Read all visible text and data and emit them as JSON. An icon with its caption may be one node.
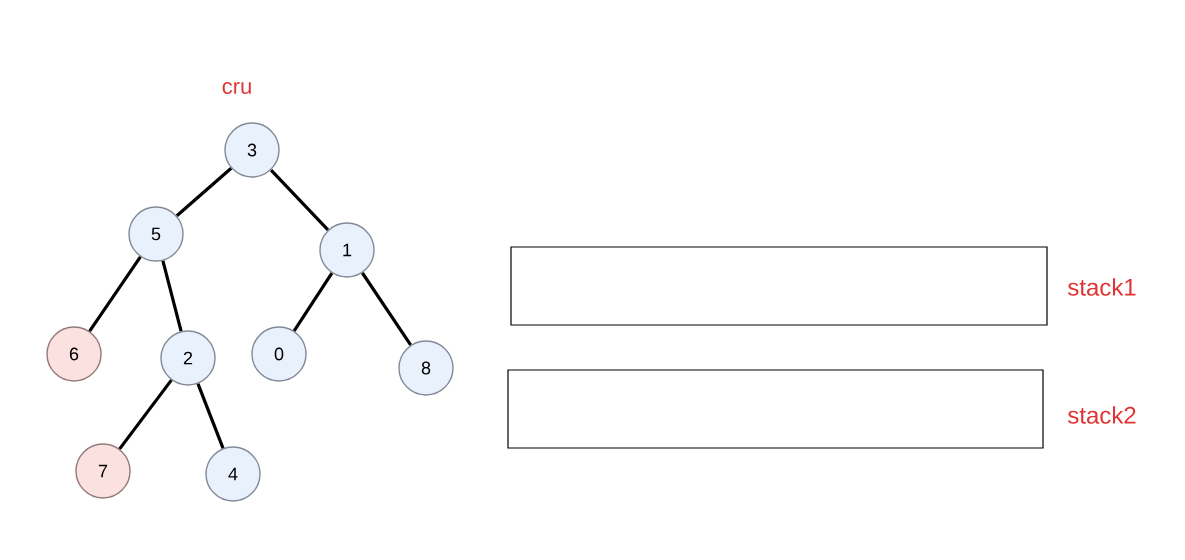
{
  "diagram": {
    "nodes": [
      {
        "text": [
          "3"
        ],
        "beside": [
          "cru"
        ]
      },
      {
        "text": [
          "5"
        ]
      },
      {
        "text": [
          "1"
        ]
      },
      {
        "text": [
          "6"
        ]
      },
      {
        "text": [
          "2"
        ]
      },
      {
        "text": [
          "0"
        ]
      },
      {
        "text": [
          "8"
        ]
      },
      {
        "text": [
          "7"
        ]
      },
      {
        "text": [
          "4"
        ]
      },
      {
        "text": [],
        "shape": "box",
        "beside": [
          "stack1"
        ]
      },
      {
        "text": [],
        "shape": "box",
        "beside": [
          "stack2"
        ]
      }
    ],
    "edges": [
      {
        "from": 0,
        "to": 1,
        "arrow": "none"
      },
      {
        "from": 0,
        "to": 2,
        "arrow": "none"
      },
      {
        "from": 1,
        "to": 3,
        "arrow": "none"
      },
      {
        "from": 1,
        "to": 4,
        "arrow": "none"
      },
      {
        "from": 2,
        "to": 5,
        "arrow": "none"
      },
      {
        "from": 2,
        "to": 6,
        "arrow": "none"
      },
      {
        "from": 4,
        "to": 7,
        "arrow": "none"
      },
      {
        "from": 4,
        "to": 8,
        "arrow": "none"
      }
    ]
  }
}
